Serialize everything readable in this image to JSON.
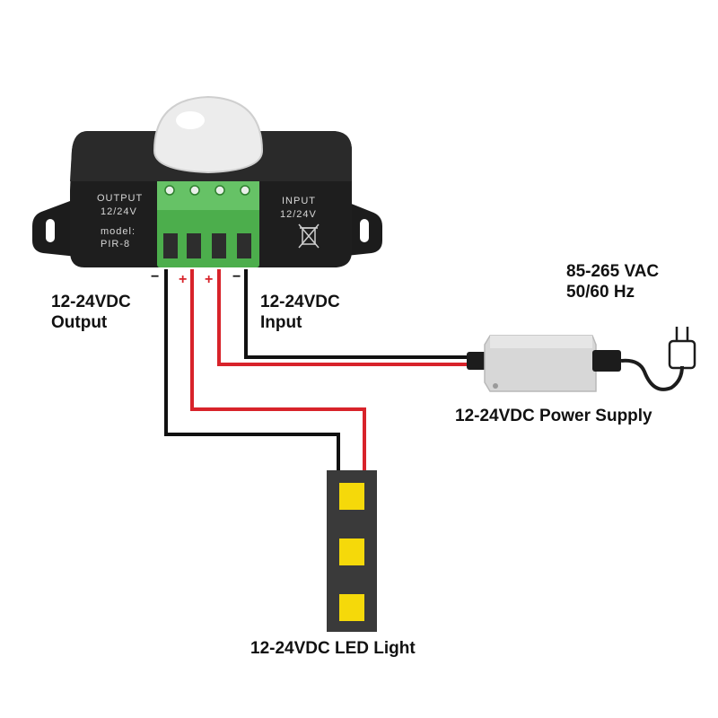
{
  "controller": {
    "output_title": "OUTPUT",
    "output_voltage": "12/24V",
    "model_label": "model:",
    "model_name": "PIR-8",
    "input_title": "INPUT",
    "input_voltage": "12/24V"
  },
  "terminals": {
    "t1": "−",
    "t2": "+",
    "t3": "+",
    "t4": "−"
  },
  "labels": {
    "output_line1": "12-24VDC",
    "output_line2": "Output",
    "input_line1": "12-24VDC",
    "input_line2": "Input",
    "ac_line1": "85-265 VAC",
    "ac_line2": "50/60 Hz",
    "power_supply": "12-24VDC Power Supply",
    "led_light": "12-24VDC LED Light"
  },
  "colors": {
    "positive_wire": "#d8232a",
    "negative_wire": "#111111",
    "led": "#f5d90a",
    "terminal_block": "#4cae4c"
  }
}
